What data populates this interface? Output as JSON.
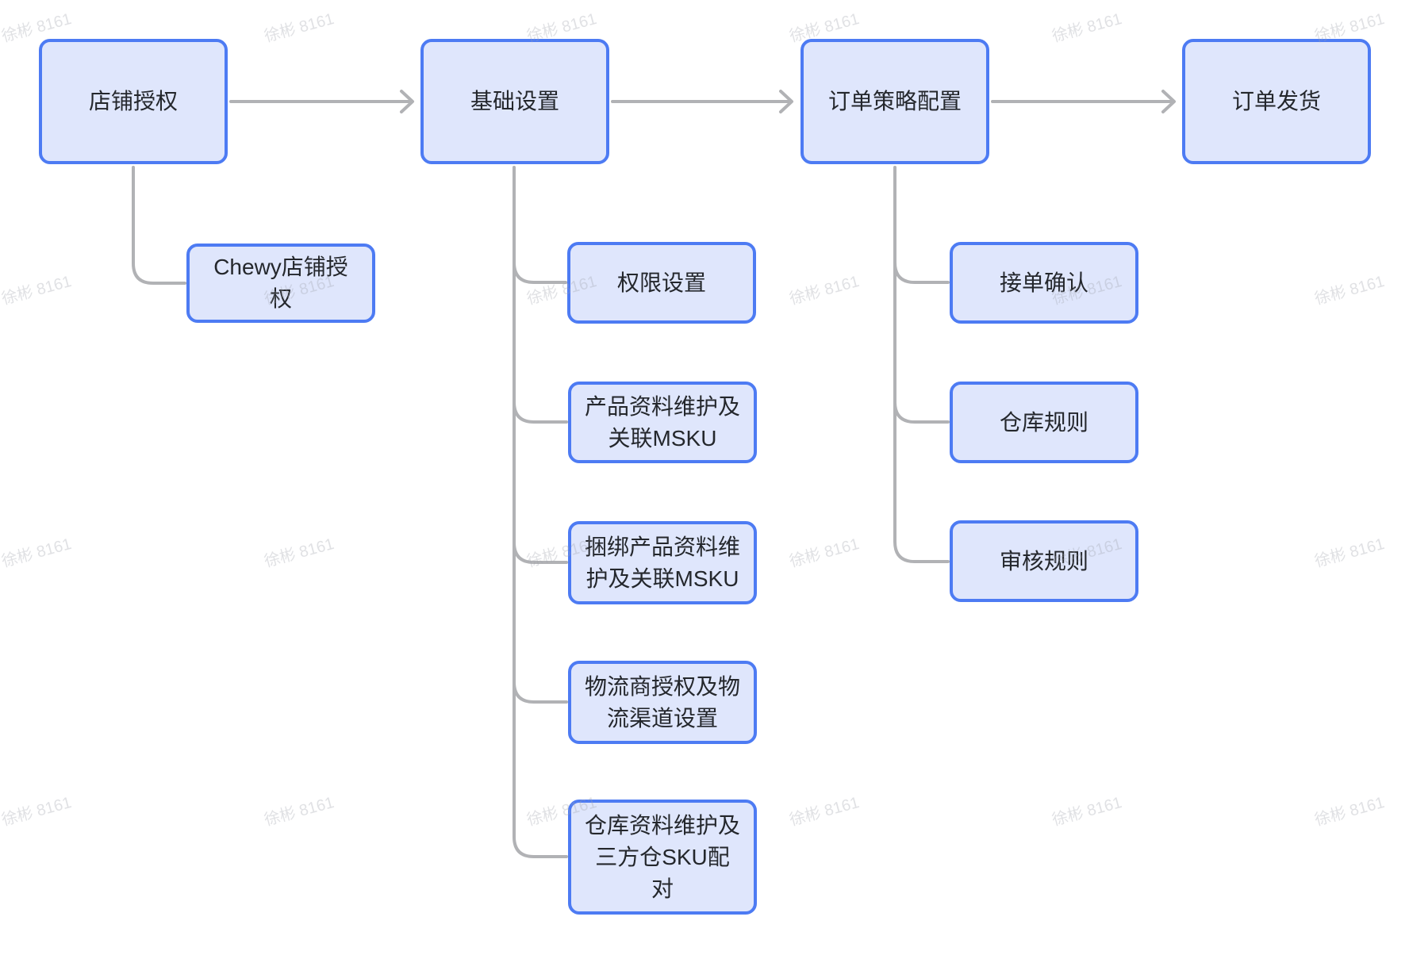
{
  "diagram": {
    "steps": [
      {
        "id": "store-auth",
        "label": "店铺授权",
        "children": [
          {
            "id": "chewy-store-auth",
            "label": "Chewy店铺授权"
          }
        ]
      },
      {
        "id": "basic-setup",
        "label": "基础设置",
        "children": [
          {
            "id": "permission-setup",
            "label": "权限设置"
          },
          {
            "id": "product-data-msku",
            "label": "产品资料维护及关联MSKU"
          },
          {
            "id": "bundle-product-msku",
            "label": "捆绑产品资料维护及关联MSKU"
          },
          {
            "id": "logistics-provider-channel",
            "label": "物流商授权及物流渠道设置"
          },
          {
            "id": "warehouse-data-sku-pairing",
            "label": "仓库资料维护及三方仓SKU配对"
          }
        ]
      },
      {
        "id": "order-strategy-config",
        "label": "订单策略配置",
        "children": [
          {
            "id": "order-acceptance-confirm",
            "label": "接单确认"
          },
          {
            "id": "warehouse-rule",
            "label": "仓库规则"
          },
          {
            "id": "audit-rule",
            "label": "审核规则"
          }
        ]
      },
      {
        "id": "order-shipping",
        "label": "订单发货",
        "children": []
      }
    ]
  },
  "watermark": {
    "text": "徐彬 8161"
  },
  "colors": {
    "node_fill": "#dfe6fc",
    "node_border": "#4d7bf3",
    "node_text": "#24272c",
    "connector": "#b1b2b5",
    "background": "#ffffff"
  }
}
